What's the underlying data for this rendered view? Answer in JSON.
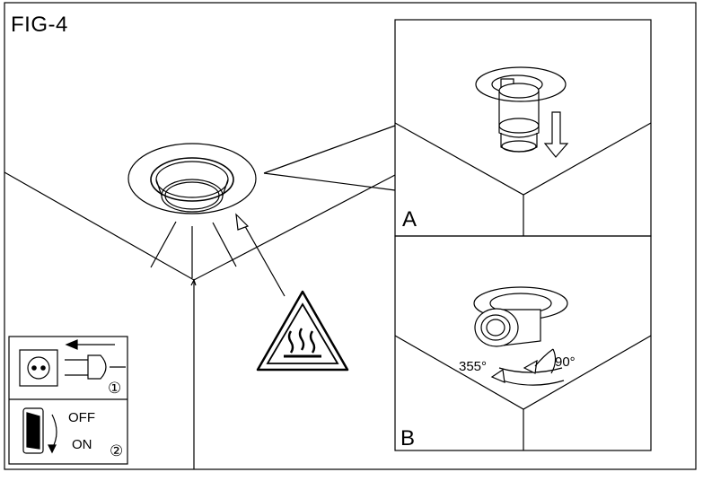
{
  "figure": {
    "title": "FIG-4"
  },
  "panels": [
    {
      "id": "A",
      "label": "A"
    },
    {
      "id": "B",
      "label": "B"
    }
  ],
  "rotation": {
    "horizontal": "355°",
    "vertical": "90°"
  },
  "power_box": {
    "unplug_step": "①",
    "switch_off": "OFF",
    "switch_on": "ON",
    "switch_step": "②"
  },
  "icons": [
    "hot-surface-warning-icon",
    "power-socket-icon",
    "power-plug-icon",
    "rocker-switch-icon"
  ]
}
